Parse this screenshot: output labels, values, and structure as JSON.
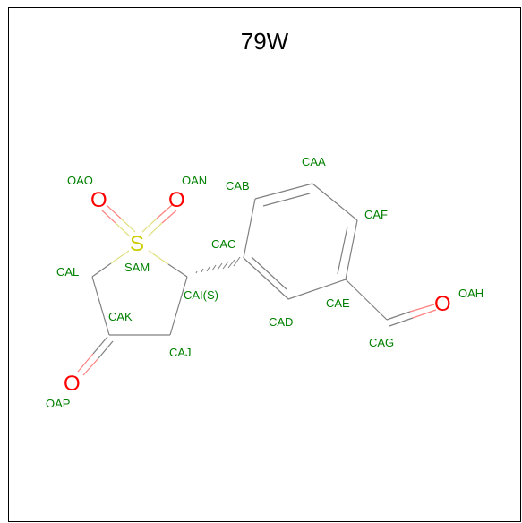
{
  "title": "79W",
  "colors": {
    "bond": "#808080",
    "label": "#008000",
    "oxygen": "#ff0000",
    "sulfur": "#cccc00",
    "oxygen_bond": "#ff8080",
    "sulfur_bond": "#e0e080"
  },
  "atoms": {
    "OAO": "OAO",
    "OAN": "OAN",
    "CAB": "CAB",
    "CAA": "CAA",
    "CAF": "CAF",
    "CAC": "CAC",
    "SAM": "SAM",
    "CAL": "CAL",
    "CAI": "CAI(S)",
    "CAE": "CAE",
    "OAH": "OAH",
    "CAK": "CAK",
    "CAD": "CAD",
    "CAJ": "CAJ",
    "CAG": "CAG",
    "OAP": "OAP"
  },
  "elements": {
    "oxygen": "O",
    "sulfur": "S"
  }
}
